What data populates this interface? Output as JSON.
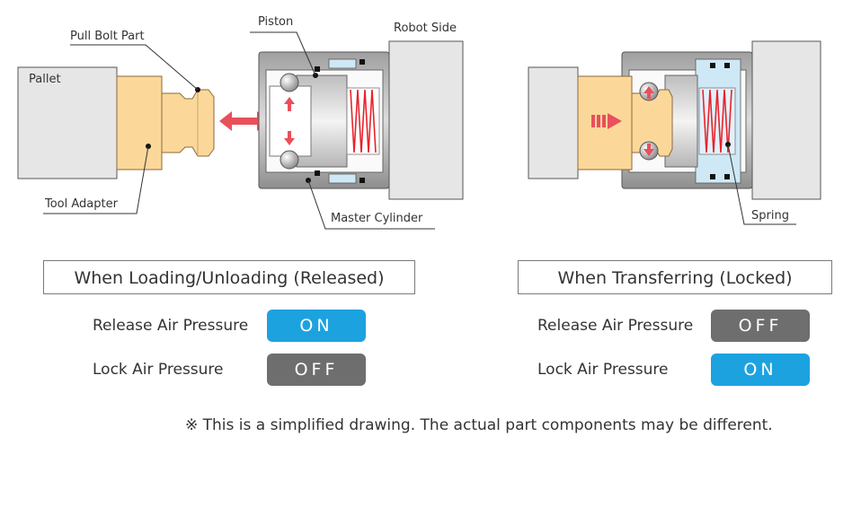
{
  "labels": {
    "piston": "Piston",
    "robot_side": "Robot Side",
    "pull_bolt_part": "Pull Bolt Part",
    "pallet": "Pallet",
    "tool_adapter": "Tool Adapter",
    "master_cylinder": "Master Cylinder",
    "spring": "Spring"
  },
  "released": {
    "title": "When Loading/Unloading (Released)",
    "release_label": "Release Air Pressure",
    "release_state": "ON",
    "lock_label": "Lock Air Pressure",
    "lock_state": "OFF"
  },
  "locked": {
    "title": "When Transferring (Locked)",
    "release_label": "Release Air Pressure",
    "release_state": "OFF",
    "lock_label": "Lock Air Pressure",
    "lock_state": "ON"
  },
  "note": "※ This is a simplified drawing. The actual part components may be different.",
  "colors": {
    "on": "#1da2e0",
    "off": "#6e6e6e",
    "adapter": "#fbd89a",
    "arrow": "#e8505b",
    "spring": "#e8232b",
    "air": "#cfe8f6"
  }
}
